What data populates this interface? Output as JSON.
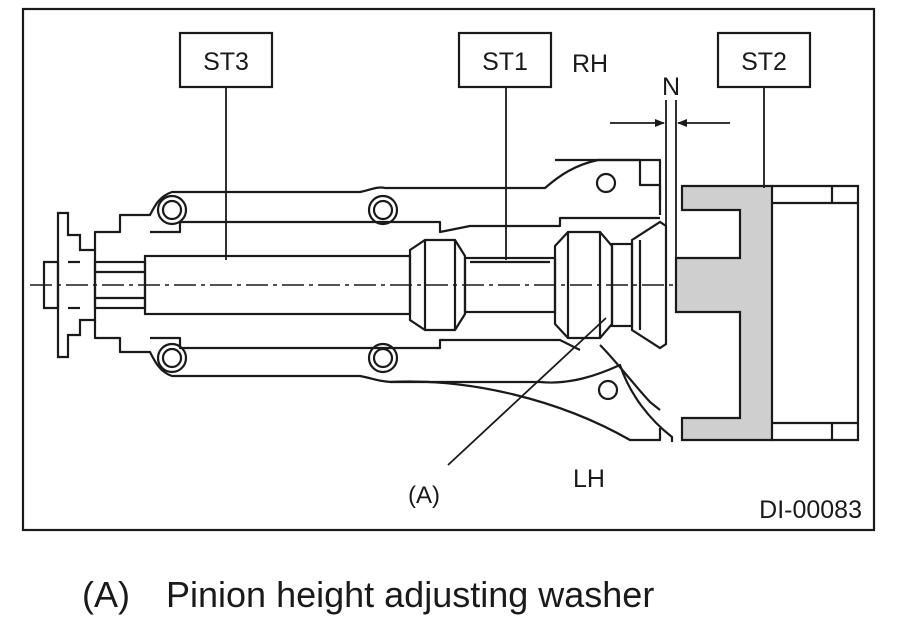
{
  "diagram": {
    "labels": {
      "st3": "ST3",
      "st1": "ST1",
      "st2": "ST2",
      "rh": "RH",
      "lh": "LH",
      "n": "N",
      "a": "(A)",
      "figure_id": "DI-00083"
    },
    "colors": {
      "line": "#1a1a1a",
      "tool_fill": "#cfcfcf",
      "background": "#ffffff"
    }
  },
  "caption": {
    "key": "(A)",
    "text": "Pinion height adjusting washer"
  }
}
